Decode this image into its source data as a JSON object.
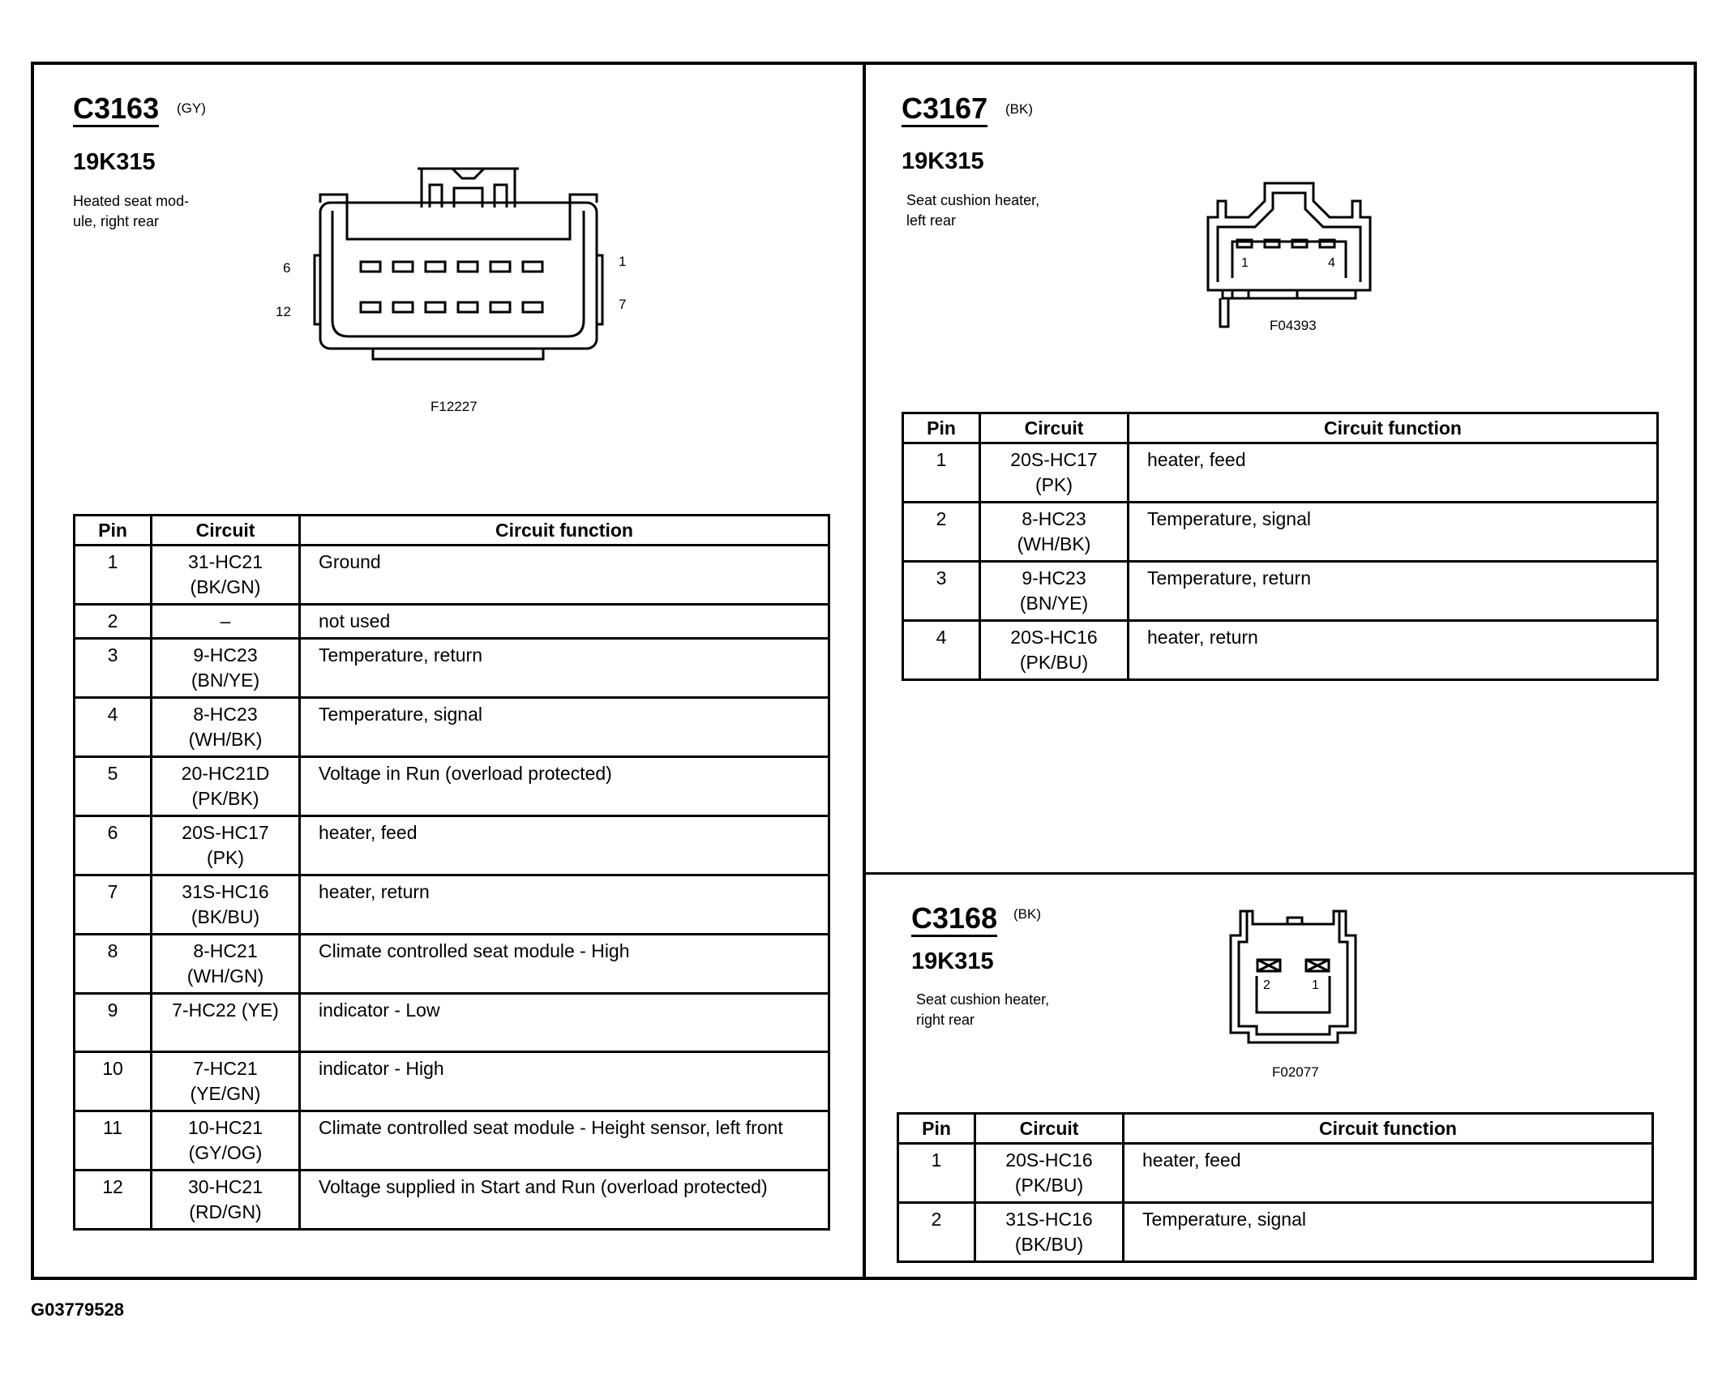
{
  "footer_code": "G03779528",
  "c3163": {
    "connector_id": "C3163",
    "color_code": "(GY)",
    "part_number": "19K315",
    "description": "Heated seat mod-\nule, right rear",
    "figure_id": "F12227",
    "pin_labels": [
      "6",
      "12",
      "1",
      "7"
    ],
    "headers": [
      "Pin",
      "Circuit",
      "Circuit function"
    ],
    "rows": [
      {
        "pin": "1",
        "circuit": "31-HC21\n(BK/GN)",
        "function": "Ground"
      },
      {
        "pin": "2",
        "circuit": "–",
        "function": "not used"
      },
      {
        "pin": "3",
        "circuit": "9-HC23\n(BN/YE)",
        "function": "Temperature, return"
      },
      {
        "pin": "4",
        "circuit": "8-HC23\n(WH/BK)",
        "function": "Temperature, signal"
      },
      {
        "pin": "5",
        "circuit": "20-HC21D\n(PK/BK)",
        "function": "Voltage in Run (overload protected)"
      },
      {
        "pin": "6",
        "circuit": "20S-HC17\n(PK)",
        "function": "heater, feed"
      },
      {
        "pin": "7",
        "circuit": "31S-HC16\n(BK/BU)",
        "function": "heater, return"
      },
      {
        "pin": "8",
        "circuit": "8-HC21\n(WH/GN)",
        "function": "Climate controlled seat module - High"
      },
      {
        "pin": "9",
        "circuit": "7-HC22 (YE)",
        "function": "indicator - Low"
      },
      {
        "pin": "10",
        "circuit": "7-HC21\n(YE/GN)",
        "function": "indicator - High"
      },
      {
        "pin": "11",
        "circuit": "10-HC21\n(GY/OG)",
        "function": "Climate controlled seat module - Height sensor, left front"
      },
      {
        "pin": "12",
        "circuit": "30-HC21\n(RD/GN)",
        "function": "Voltage supplied in Start and Run (overload protected)"
      }
    ]
  },
  "c3167": {
    "connector_id": "C3167",
    "color_code": "(BK)",
    "part_number": "19K315",
    "description": "Seat cushion heater,\nleft rear",
    "figure_id": "F04393",
    "pin_labels": [
      "1",
      "4"
    ],
    "headers": [
      "Pin",
      "Circuit",
      "Circuit function"
    ],
    "rows": [
      {
        "pin": "1",
        "circuit": "20S-HC17\n(PK)",
        "function": "heater, feed"
      },
      {
        "pin": "2",
        "circuit": "8-HC23\n(WH/BK)",
        "function": "Temperature, signal"
      },
      {
        "pin": "3",
        "circuit": "9-HC23\n(BN/YE)",
        "function": "Temperature, return"
      },
      {
        "pin": "4",
        "circuit": "20S-HC16\n(PK/BU)",
        "function": "heater, return"
      }
    ]
  },
  "c3168": {
    "connector_id": "C3168",
    "color_code": "(BK)",
    "part_number": "19K315",
    "description": "Seat cushion heater,\nright rear",
    "figure_id": "F02077",
    "pin_labels": [
      "2",
      "1"
    ],
    "headers": [
      "Pin",
      "Circuit",
      "Circuit function"
    ],
    "rows": [
      {
        "pin": "1",
        "circuit": "20S-HC16\n(PK/BU)",
        "function": "heater, feed"
      },
      {
        "pin": "2",
        "circuit": "31S-HC16\n(BK/BU)",
        "function": "Temperature, signal"
      }
    ]
  }
}
